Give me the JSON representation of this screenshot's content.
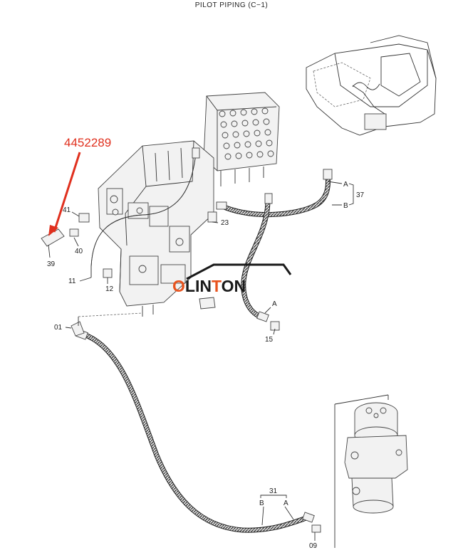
{
  "title": "PILOT PIPING (C−1)",
  "highlight_part_number": "4452289",
  "watermark": {
    "text_parts": [
      "O",
      "LIN",
      "T",
      "ON"
    ],
    "dark": "#1a1a1a",
    "accent": "#e8531e"
  },
  "callouts": {
    "c41": "41",
    "c40": "40",
    "c39": "39",
    "c11": "11",
    "c12": "12",
    "c23": "23",
    "c37": "37",
    "c37a": "A",
    "c37b": "B",
    "c01": "01",
    "c15": "15",
    "c15a": "A",
    "c31": "31",
    "c31b": "B",
    "c31a": "A",
    "c09": "09"
  },
  "colors": {
    "arrow": "#e0301e",
    "linework": "#333333"
  }
}
